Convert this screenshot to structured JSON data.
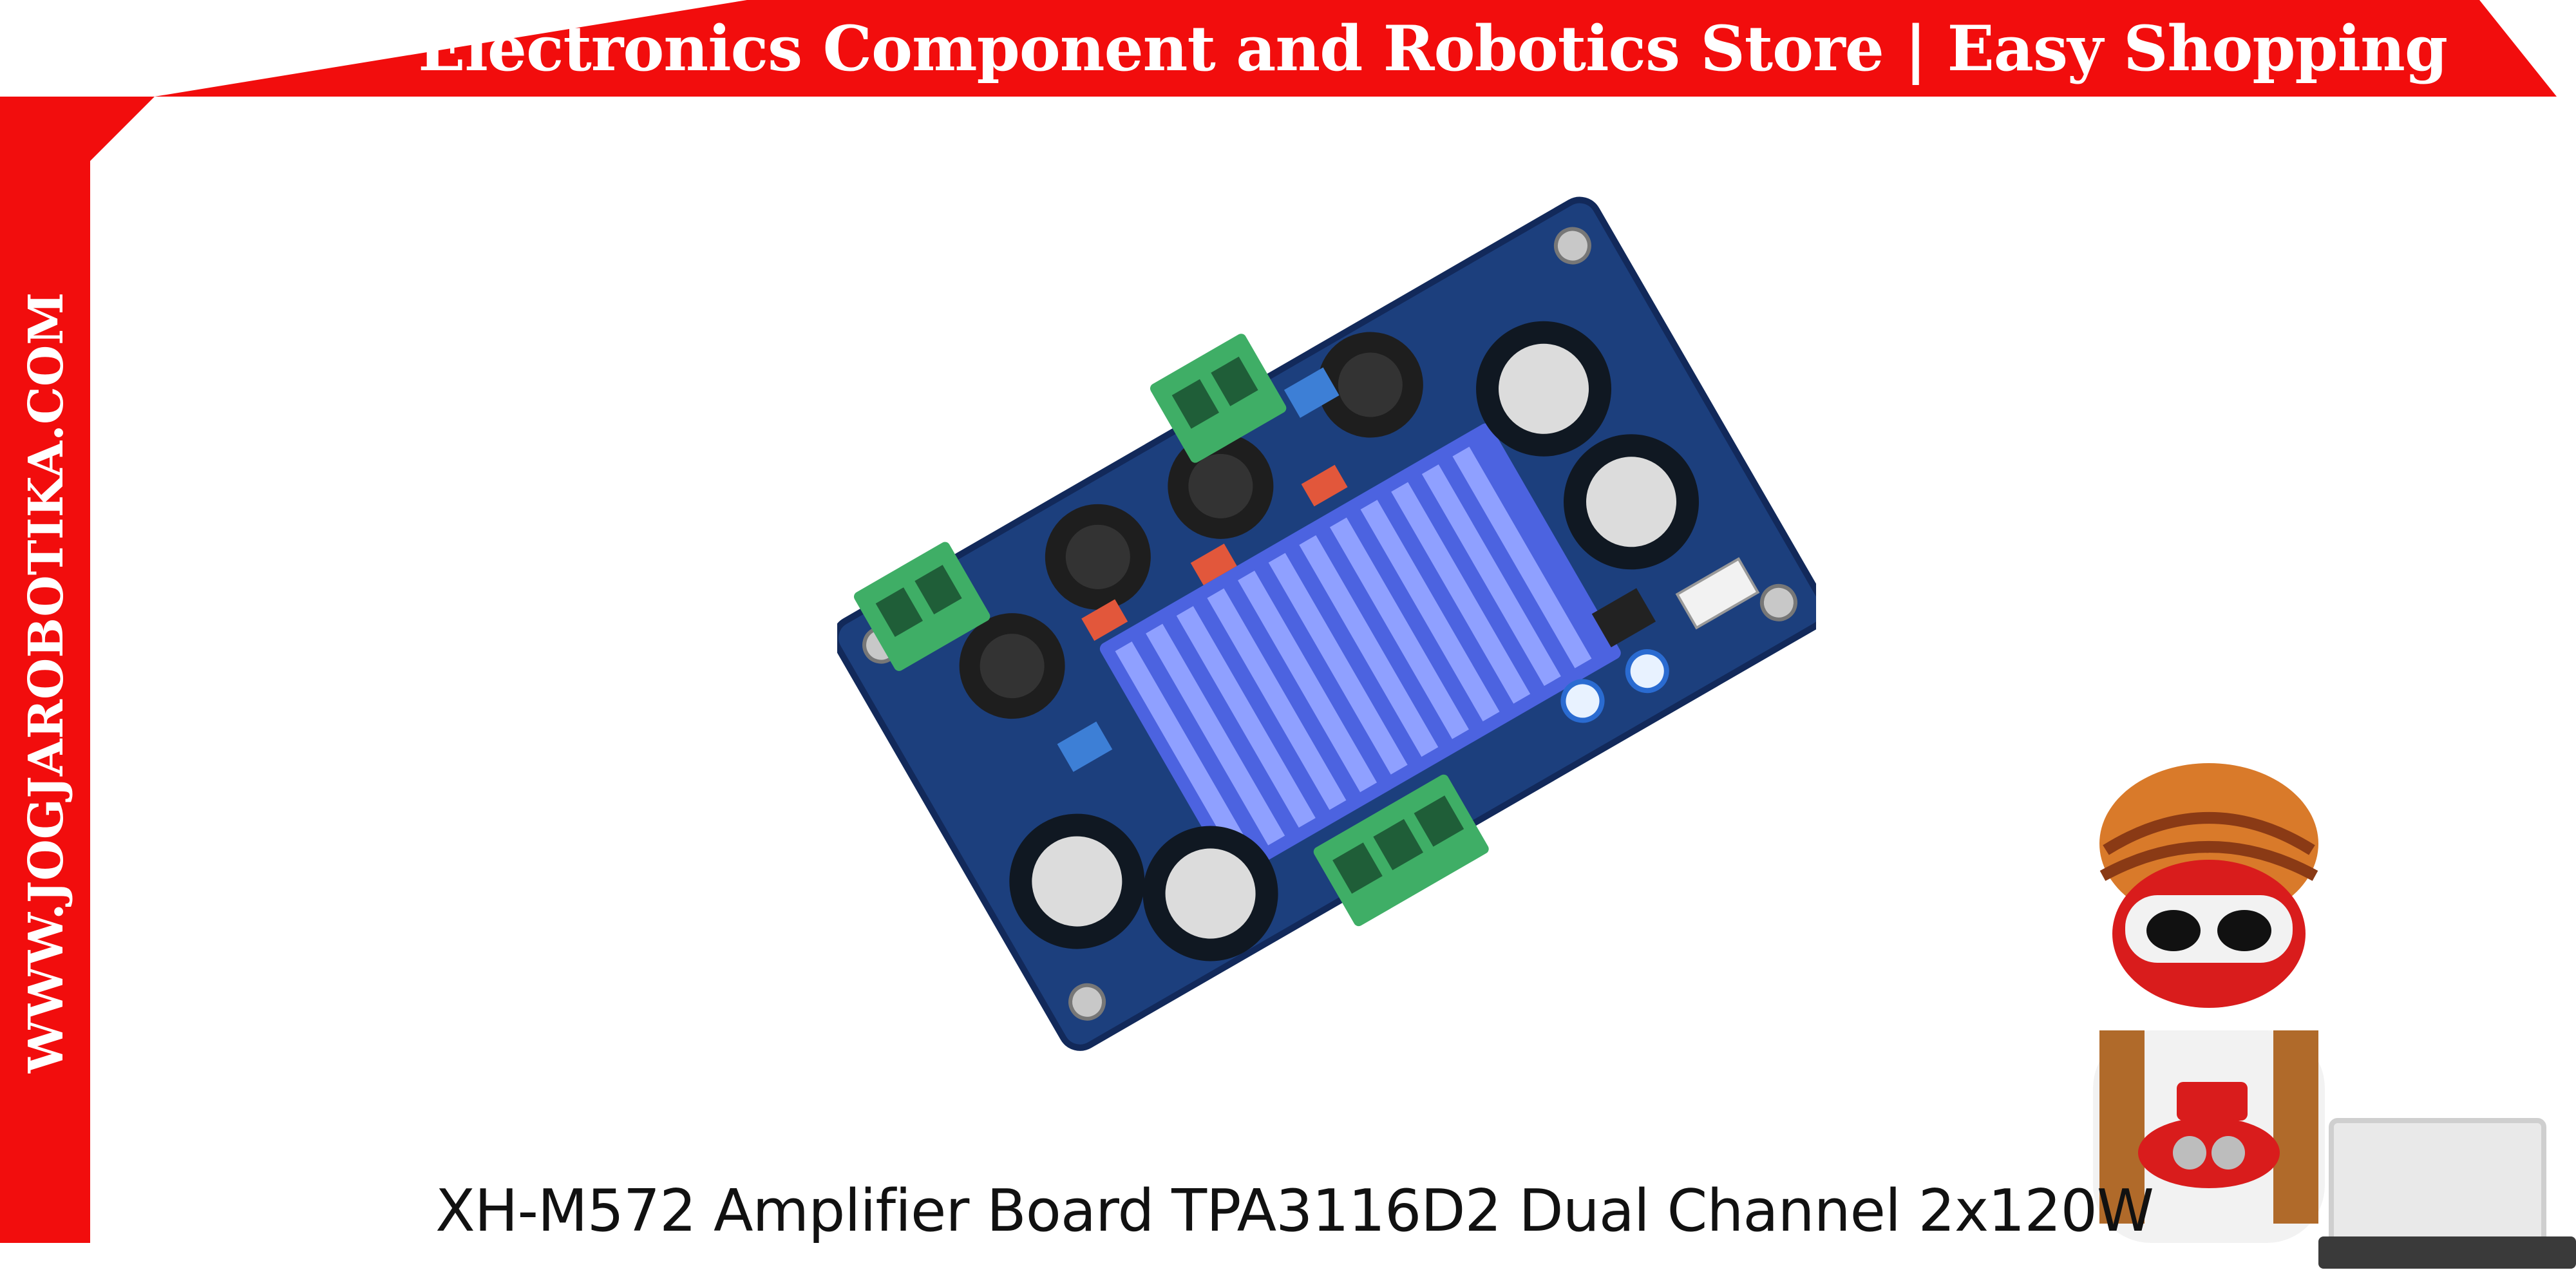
{
  "header": {
    "title": "Electronics Component and Robotics Store | Easy Shopping"
  },
  "sidebar": {
    "url": "WWW.JOGJAROBOTIKA.COM"
  },
  "product": {
    "title": "XH-M572 Amplifier Board TPA3116D2 Dual Channel 2x120W"
  },
  "theme": {
    "accent": "#f20d0d",
    "pcb": "#1c3f7d",
    "terminal": "#3fae66",
    "heatsink": "#4c63e0"
  }
}
